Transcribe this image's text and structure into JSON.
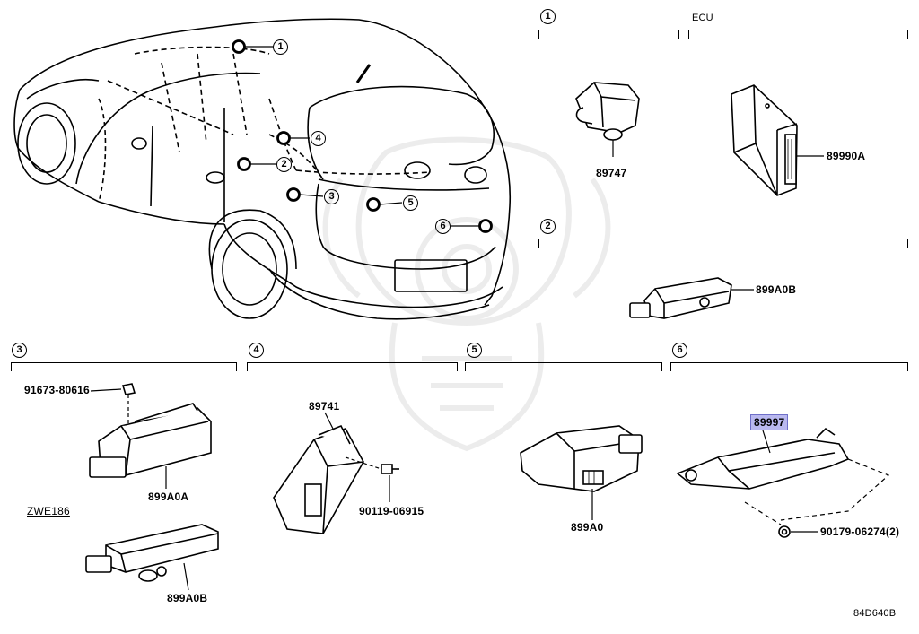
{
  "sections": [
    {
      "number": "1"
    },
    {
      "label": "ECU"
    },
    {
      "number": "2"
    },
    {
      "number": "3"
    },
    {
      "number": "4"
    },
    {
      "number": "5"
    },
    {
      "number": "6"
    }
  ],
  "car_callouts": [
    "1",
    "2",
    "3",
    "4",
    "5",
    "6"
  ],
  "parts": {
    "p89747": "89747",
    "p89990A": "89990A",
    "p899A0B_top": "899A0B",
    "p91673": "91673-80616",
    "p899A0A": "899A0A",
    "pZWE186": "ZWE186",
    "p899A0B_bottom": "899A0B",
    "p89741": "89741",
    "p90119": "90119-06915",
    "p899A0": "899A0",
    "p89997": "89997",
    "p90179": "90179-06274(2)"
  },
  "highlight_color": "#b9b8ef",
  "diagram_code": "84D640B"
}
